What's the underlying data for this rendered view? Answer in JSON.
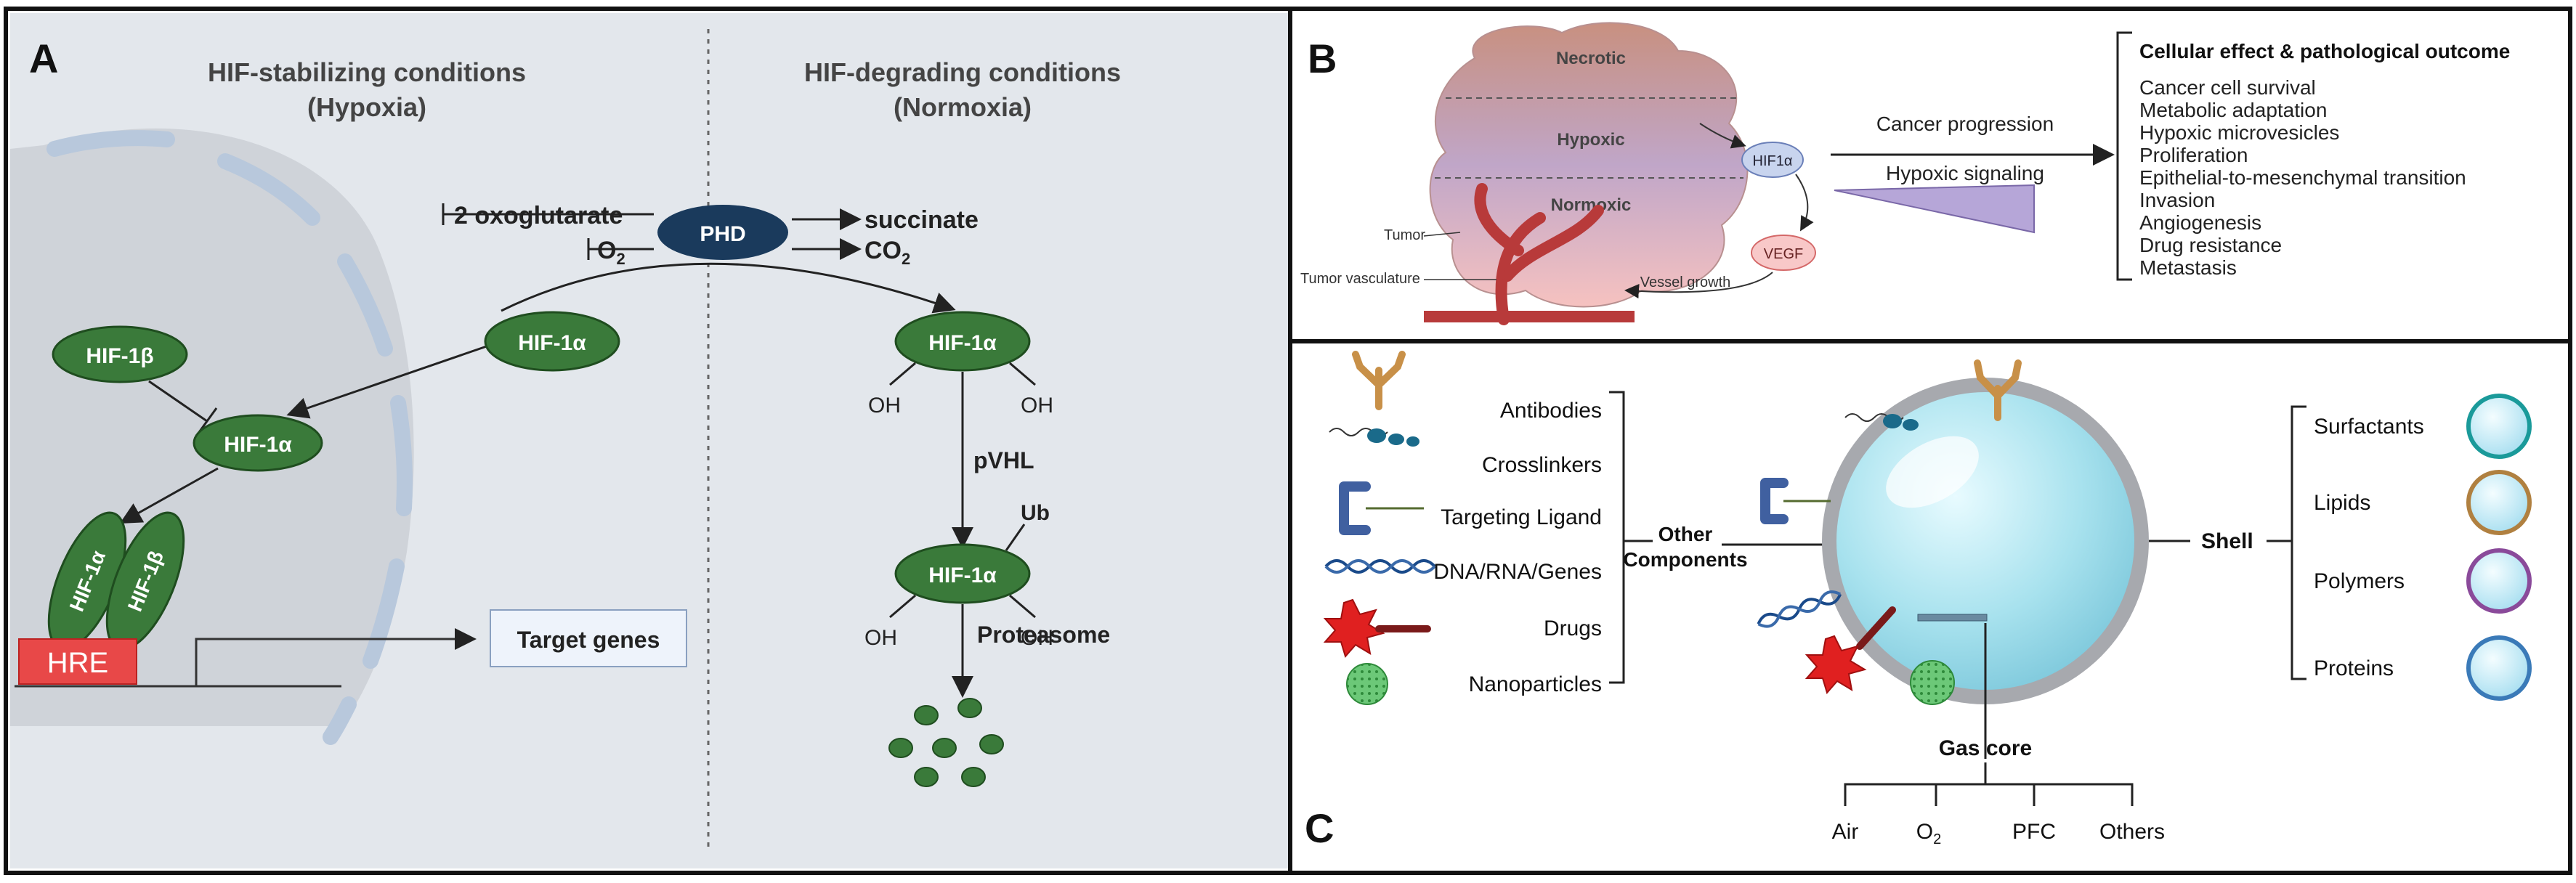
{
  "panelA": {
    "letter": "A",
    "hypoxia_title_1": "HIF-stabilizing conditions",
    "hypoxia_title_2": "(Hypoxia)",
    "normoxia_title_1": "HIF-degrading conditions",
    "normoxia_title_2": "(Normoxia)",
    "oxoglutarate": "2 oxoglutarate",
    "o2": "O",
    "o2_sub": "2",
    "phd": "PHD",
    "succinate": "succinate",
    "co2": "CO",
    "co2_sub": "2",
    "hif1a": "HIF-1α",
    "hif1b": "HIF-1β",
    "oh": "OH",
    "pvhl": "pVHL",
    "ub": "Ub",
    "proteasome": "Proteasome",
    "hre": "HRE",
    "target_genes": "Target genes"
  },
  "panelB": {
    "letter": "B",
    "necrotic": "Necrotic",
    "hypoxic": "Hypoxic",
    "normoxic": "Normoxic",
    "tumor": "Tumor",
    "tumor_vasculature": "Tumor vasculature",
    "hif1a": "HIF1α",
    "vegf": "VEGF",
    "vessel_growth": "Vessel growth",
    "cancer_progression": "Cancer progression",
    "hypoxic_signaling": "Hypoxic signaling",
    "effects_title": "Cellular effect & pathological outcome",
    "effects": [
      "Cancer cell survival",
      "Metabolic adaptation",
      "Hypoxic microvesicles",
      "Proliferation",
      "Epithelial-to-mesenchymal transition",
      "Invasion",
      "Angiogenesis",
      "Drug resistance",
      "Metastasis"
    ]
  },
  "panelC": {
    "letter": "C",
    "components": [
      "Antibodies",
      "Crosslinkers",
      "Targeting Ligand",
      "DNA/RNA/Genes",
      "Drugs",
      "Nanoparticles"
    ],
    "other_components_1": "Other",
    "other_components_2": "Components",
    "shell": "Shell",
    "shell_types": [
      "Surfactants",
      "Lipids",
      "Polymers",
      "Proteins"
    ],
    "gas_core": "Gas core",
    "gases": [
      "Air",
      "O",
      "PFC",
      "Others"
    ],
    "o2_sub": "2"
  },
  "colors": {
    "panelA_bg": "#e3e7ec",
    "hif_green": "#3a7a3a",
    "phd_navy": "#1a3a5c",
    "hre_red": "#e84848",
    "membrane_blue": "#b8c8dc",
    "bubble": "#a8e2ee",
    "bubble_shell": "#a7a9ae"
  }
}
